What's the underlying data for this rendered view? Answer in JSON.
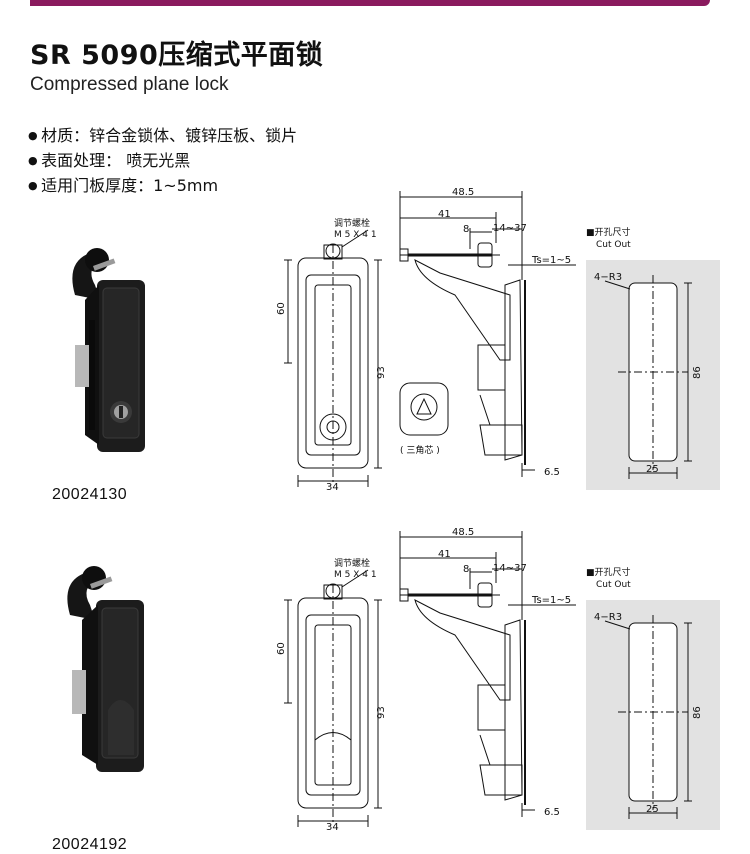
{
  "header": {
    "title": "SR 5090压缩式平面锁",
    "subtitle": "Compressed plane lock"
  },
  "specs": [
    "材质：锌合金锁体、镀锌压板、锁片",
    "表面处理： 喷无光黑",
    "适用门板厚度：1~5mm"
  ],
  "variants": [
    {
      "code": "20024130",
      "variant": "key"
    },
    {
      "code": "20024192",
      "variant": "plain"
    }
  ],
  "drawing": {
    "dim_48_5": "48.5",
    "dim_41": "41",
    "dim_8": "8",
    "dim_14_37": "14~37",
    "ts_label": "Ts=1~5",
    "bolt_label_cn": "调节螺栓",
    "bolt_label_spec": "M 5 X 4 1",
    "dim_60": "60",
    "dim_93": "93",
    "dim_34": "34",
    "dim_6_5": "6.5",
    "triangle_core": "( 三角芯 )",
    "cutout_cn": "■开孔尺寸",
    "cutout_en": "Cut Out",
    "radius": "4−R3",
    "dim_86": "86",
    "dim_25": "25"
  },
  "colors": {
    "accent_bar": "#8a1a5e",
    "cutout_panel": "#e2e2e2",
    "lock_body": "#1c1c1c"
  }
}
